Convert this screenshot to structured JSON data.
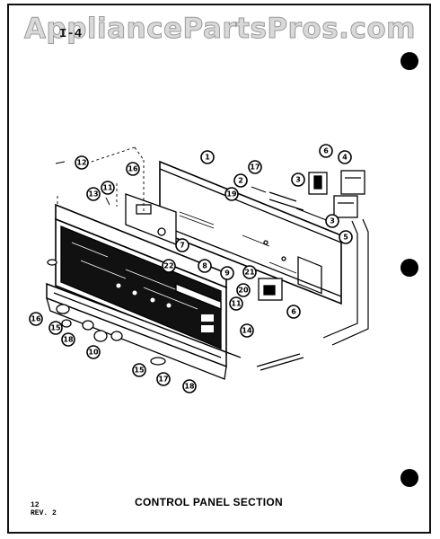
{
  "watermark": "AppliancePartsPros.com",
  "page_code": "I-4",
  "caption": "CONTROL PANEL SECTION",
  "page_number": "12",
  "revision": "REV. 2",
  "callouts": [
    "1",
    "2",
    "3",
    "3",
    "4",
    "5",
    "6",
    "6",
    "7",
    "8",
    "9",
    "10",
    "11",
    "11",
    "12",
    "13",
    "14",
    "15",
    "15",
    "16",
    "16",
    "17",
    "17",
    "18",
    "18",
    "19",
    "20",
    "21",
    "22"
  ]
}
